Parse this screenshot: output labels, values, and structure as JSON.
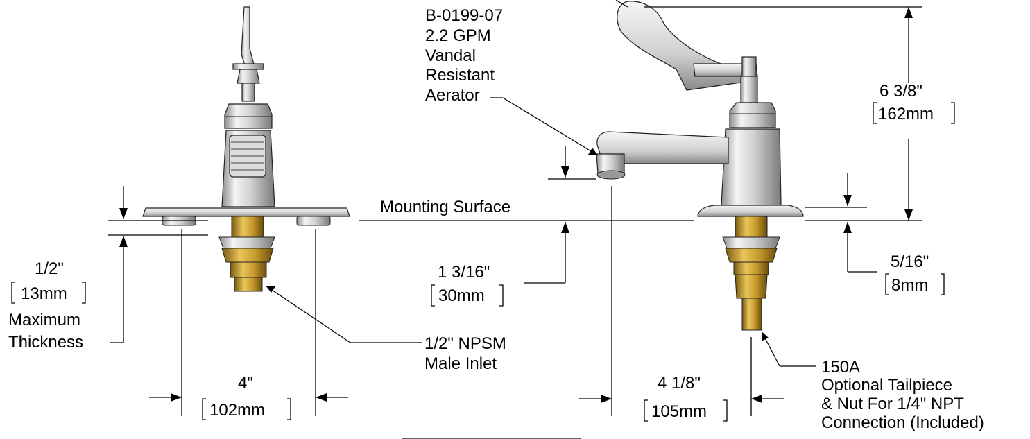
{
  "aerator": {
    "line1": "B-0199-07",
    "line2": "2.2 GPM",
    "line3": "Vandal",
    "line4": "Resistant",
    "line5": "Aerator"
  },
  "mounting_surface": "Mounting Surface",
  "height": {
    "imperial": "6 3/8\"",
    "metric": "162mm"
  },
  "flange_height": {
    "imperial": "5/16\"",
    "metric": "8mm"
  },
  "spout_height": {
    "imperial": "1 3/16\"",
    "metric": "30mm"
  },
  "max_thickness": {
    "imperial": "1/2\"",
    "metric": "13mm",
    "line1": "Maximum",
    "line2": "Thickness"
  },
  "inlet": {
    "line1": "1/2\" NPSM",
    "line2": "Male Inlet"
  },
  "centers": {
    "imperial": "4\"",
    "metric": "102mm"
  },
  "reach": {
    "imperial": "4 1/8\"",
    "metric": "105mm"
  },
  "tailpiece": {
    "line1": "150A",
    "line2": "Optional Tailpiece",
    "line3": "& Nut For 1/4\" NPT",
    "line4": "Connection (Included)"
  }
}
